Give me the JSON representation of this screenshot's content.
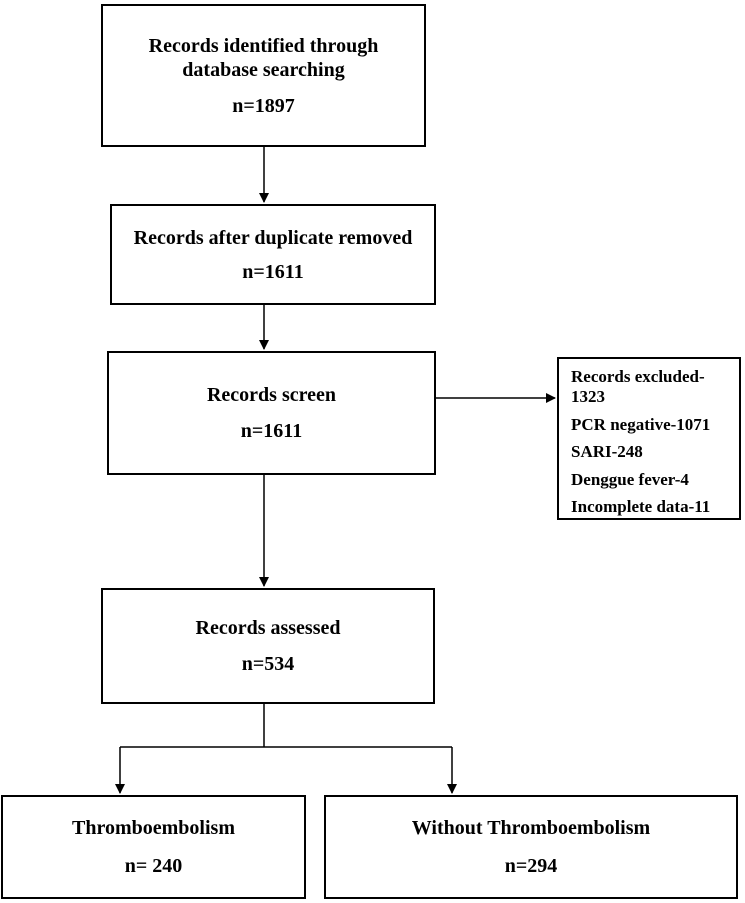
{
  "boxes": {
    "identified": {
      "title_line1": "Records identified through",
      "title_line2": "database searching",
      "count": "n=1897"
    },
    "duplicates": {
      "title": "Records after duplicate removed",
      "count": "n=1611"
    },
    "screen": {
      "title": "Records screen",
      "count": "n=1611"
    },
    "assessed": {
      "title": "Records assessed",
      "count": "n=534"
    },
    "thrombo": {
      "title": "Thromboembolism",
      "count": "n= 240"
    },
    "without": {
      "title": "Without Thromboembolism",
      "count": "n=294"
    }
  },
  "excluded": {
    "title": "Records excluded-1323",
    "items": [
      "PCR negative-1071",
      "SARI-248",
      "Denggue fever-4",
      "Incomplete data-11"
    ]
  }
}
